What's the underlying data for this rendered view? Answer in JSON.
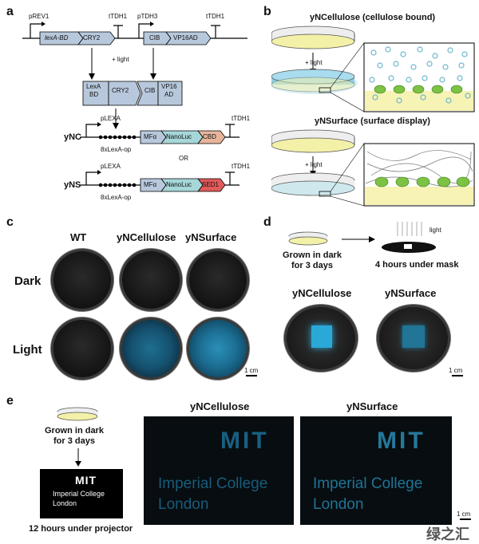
{
  "panels": {
    "a": {
      "label": "a",
      "top_construct": {
        "pREV1": "pREV1",
        "lexA_BD": "lexA-BD",
        "CRY2": "CRY2",
        "tTDH1_a": "tTDH1",
        "pTDH3": "pTDH3",
        "CIB": "CIB",
        "VP16AD": "VP16AD",
        "tTDH1_b": "tTDH1"
      },
      "light": "+ light",
      "complex": {
        "lexA": "LexA",
        "bd": "BD",
        "cry2": "CRY2",
        "cib": "CIB",
        "vp16": "VP16",
        "ad": "AD"
      },
      "yNC": {
        "name": "yNC",
        "promoter": "pLEXA",
        "op": "8xLexA-op",
        "mfa": "MFα",
        "nanoluc": "NanoLuc",
        "tag": "CBD",
        "term": "tTDH1"
      },
      "or": "OR",
      "yNS": {
        "name": "yNS",
        "promoter": "pLEXA",
        "op": "8xLexA-op",
        "mfa": "MFα",
        "nanoluc": "NanoLuc",
        "tag": "SED1",
        "term": "tTDH1"
      }
    },
    "b": {
      "label": "b",
      "title1": "yNCellulose (cellulose bound)",
      "light1": "+ light",
      "title2": "yNSurface (surface display)",
      "light2": "+ light"
    },
    "c": {
      "label": "c",
      "cols": [
        "WT",
        "yNCellulose",
        "yNSurface"
      ],
      "rows": [
        "Dark",
        "Light"
      ],
      "scale": "1 cm"
    },
    "d": {
      "label": "d",
      "grown": "Grown in dark\nfor 3 days",
      "light": "light",
      "mask": "4 hours under mask",
      "col1": "yNCellulose",
      "col2": "yNSurface",
      "scale": "1 cm"
    },
    "e": {
      "label": "e",
      "grown": "Grown in dark\nfor 3 days",
      "logo_mit": "MIT",
      "logo_line1": "Imperial College",
      "logo_line2": "London",
      "caption": "12 hours under projector",
      "col1": "yNCellulose",
      "col2": "yNSurface",
      "scale": "1 cm"
    }
  },
  "watermark": "绿之汇",
  "colors": {
    "cyan": "#2aa8d8",
    "blue_box": "#b8c8dc",
    "teal_box": "#a6d6d8",
    "cbd": "#e7b49b",
    "sed1": "#e05a5a",
    "green_cell": "#7cc243",
    "yellow_layer": "#f6f3b4"
  }
}
